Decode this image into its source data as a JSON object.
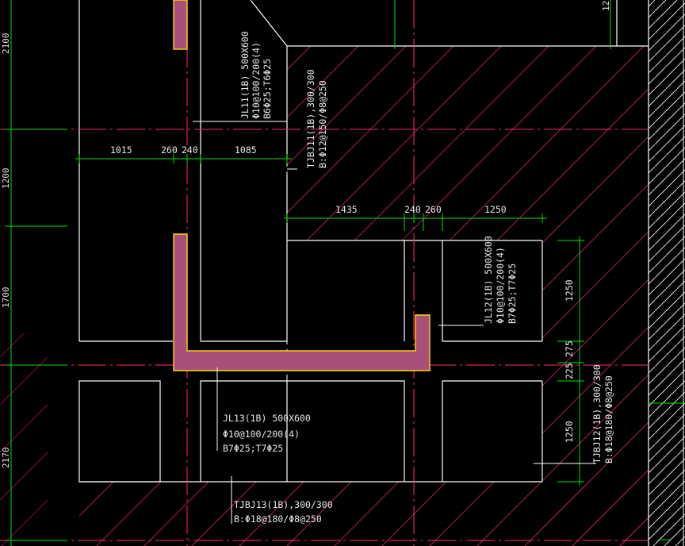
{
  "colors": {
    "background": "#000000",
    "axis": "#ff2a6a",
    "dimension": "#00e000",
    "outline": "#ffffff",
    "wall_fill": "#a8507a",
    "wall_edge": "#ffd800",
    "hatch": "#b0185a",
    "text": "#e8e8e8"
  },
  "dims": {
    "top": [
      "1015",
      "260",
      "240",
      "1085"
    ],
    "mid": [
      "1435",
      "240",
      "260",
      "1250"
    ],
    "right": [
      "1250",
      "275",
      "225",
      "1250"
    ],
    "left": [
      "2100",
      "1200",
      "1700",
      "2170"
    ],
    "corner": "12"
  },
  "beams": {
    "jl11": {
      "name": "JL11(1B) 500X600",
      "stirrup": "Φ10@100/200(4)",
      "rebar": "B6Φ25;T6Φ25"
    },
    "tjbj11": {
      "name": "TJBJ11(1B),300/300",
      "rebar": "B:Φ12@150/Φ8@250"
    },
    "jl12": {
      "name": "JL12(1B) 500X600",
      "stirrup": "Φ10@100/200(4)",
      "rebar": "B7Φ25;T7Φ25"
    },
    "tjbj12": {
      "name": "TJBJ12(1B),300/300",
      "rebar": "B:Φ18@180/Φ8@250"
    },
    "jl13": {
      "name": "JL13(1B) 500X600",
      "stirrup": "Φ10@100/200(4)",
      "rebar": "B7Φ25;T7Φ25"
    },
    "tjbj13": {
      "name": "TJBJ13(1B),300/300",
      "rebar": "B:Φ18@180/Φ8@250"
    }
  }
}
